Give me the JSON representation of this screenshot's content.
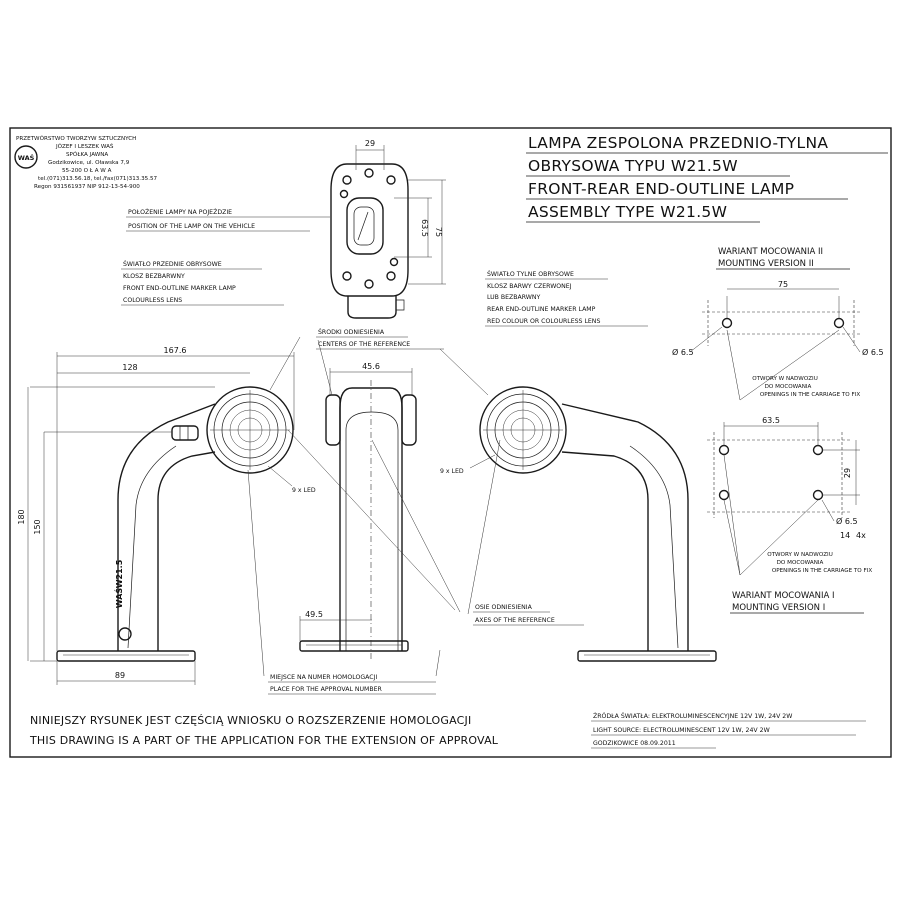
{
  "company": {
    "logo_text": "WAŚ",
    "lines": [
      "PRZETWÓRSTWO TWORZYW SZTUCZNYCH",
      "JÓZEF I LESZEK WAŚ",
      "SPÓŁKA JAWNA",
      "Godzikowice, ul. Oławska 7,9",
      "55-200   O Ł A W A",
      "tel.(071)313.56.18, tel./fax(071)313.35.57",
      "Regon 931561937 NIP 912-13-54-900"
    ]
  },
  "title_lines": [
    "LAMPA ZESPOLONA PRZEDNIO-TYLNA",
    "OBRYSOWA TYPU W21.5W",
    "FRONT-REAR END-OUTLINE LAMP",
    "ASSEMBLY TYPE W21.5W"
  ],
  "labels": {
    "position_pl": "POŁOŻENIE LAMPY NA POJEŹDZIE",
    "position_en": "POSITION OF THE LAMP ON THE VEHICLE",
    "front_pl_1": "ŚWIATŁO PRZEDNIE OBRYSOWE",
    "front_pl_2": "KLOSZ BEZBARWNY",
    "front_en_1": "FRONT END-OUTLINE MARKER LAMP",
    "front_en_2": "COLOURLESS LENS",
    "rear_pl_1": "ŚWIATŁO TYLNE OBRYSOWE",
    "rear_pl_2": "KLOSZ BARWY CZERWONEJ",
    "rear_pl_3": "LUB BEZBARWNY",
    "rear_en_1": "REAR END-OUTLINE MARKER LAMP",
    "rear_en_2": "RED COLOUR OR COLOURLESS LENS",
    "ref_centre_pl": "ŚRODKI ODNIESIENIA",
    "ref_centre_en": "CENTERS OF THE REFERENCE",
    "ref_axis_pl": "OSIE ODNIESIENIA",
    "ref_axis_en": "AXES OF THE REFERENCE",
    "approval_pl": "MIEJSCE NA NUMER HOMOLOGACJI",
    "approval_en": "PLACE FOR THE APPROVAL NUMBER",
    "led_left": "9 x LED",
    "led_right": "9 x LED",
    "lamp_mark_1": "WAŚ",
    "lamp_mark_2": "W21.5"
  },
  "dimensions": {
    "top_width": "29",
    "top_h1": "63.5",
    "top_h2": "75",
    "overall_width": "167.6",
    "arm_width": "128",
    "total_height": "180",
    "body_height": "150",
    "base_width": "89",
    "front_width": "45.6",
    "foot_width": "49.5"
  },
  "mount_ii": {
    "title_pl": "WARIANT MOCOWANIA II",
    "title_en": "MOUNTING VERSION II",
    "dim_width": "75",
    "hole_left": "Ø 6.5",
    "hole_right": "Ø 6.5",
    "note_1": "OTWORY W NADWOZIU",
    "note_2": "DO MOCOWANIA",
    "note_3": "OPENINGS IN THE CARRIAGE TO FIX"
  },
  "mount_i": {
    "title_pl": "WARIANT MOCOWANIA I",
    "title_en": "MOUNTING VERSION I",
    "dim_width": "63.5",
    "dim_height": "29",
    "hole": "Ø 6.5",
    "count": "4x",
    "dim_small": "14",
    "note_1": "OTWORY W NADWOZIU",
    "note_2": "DO MOCOWANIA",
    "note_3": "OPENINGS IN THE CARRIAGE TO FIX"
  },
  "footer": {
    "note_pl": "NINIEJSZY RYSUNEK JEST CZĘŚCIĄ WNIOSKU O  ROZSZERZENIE  HOMOLOGACJI",
    "note_en": "THIS DRAWING IS A PART OF THE APPLICATION FOR THE EXTENSION OF APPROVAL",
    "source_pl": "ŹRÓDŁA ŚWIATŁA: ELEKTROLUMINESCENCYJNE  12V  1W, 24V  2W",
    "source_en": "LIGHT SOURCE: ELECTROLUMINESCENT  12V  1W, 24V  2W",
    "date": "GODZIKOWICE 08.09.2011"
  }
}
